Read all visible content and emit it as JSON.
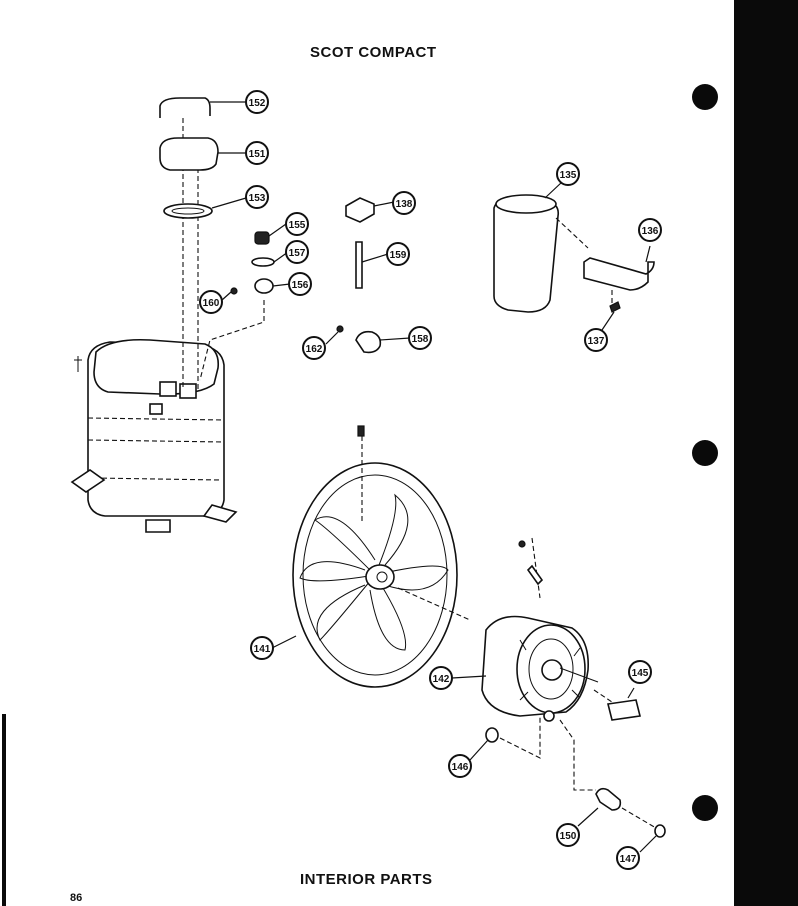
{
  "header": {
    "title": "SCOT COMPACT"
  },
  "footer": {
    "title": "INTERIOR PARTS",
    "page_number": "86"
  },
  "callouts": [
    {
      "id": "c152",
      "label": "152"
    },
    {
      "id": "c151",
      "label": "151"
    },
    {
      "id": "c153",
      "label": "153"
    },
    {
      "id": "c138",
      "label": "138"
    },
    {
      "id": "c135",
      "label": "135"
    },
    {
      "id": "c155",
      "label": "155"
    },
    {
      "id": "c157",
      "label": "157"
    },
    {
      "id": "c159",
      "label": "159"
    },
    {
      "id": "c136",
      "label": "136"
    },
    {
      "id": "c156",
      "label": "156"
    },
    {
      "id": "c160",
      "label": "160"
    },
    {
      "id": "c162",
      "label": "162"
    },
    {
      "id": "c158",
      "label": "158"
    },
    {
      "id": "c137",
      "label": "137"
    },
    {
      "id": "c141",
      "label": "141"
    },
    {
      "id": "c142",
      "label": "142"
    },
    {
      "id": "c145",
      "label": "145"
    },
    {
      "id": "c146",
      "label": "146"
    },
    {
      "id": "c150",
      "label": "150"
    },
    {
      "id": "c147",
      "label": "147"
    }
  ],
  "colors": {
    "ink": "#111111",
    "paper": "#ffffff"
  }
}
